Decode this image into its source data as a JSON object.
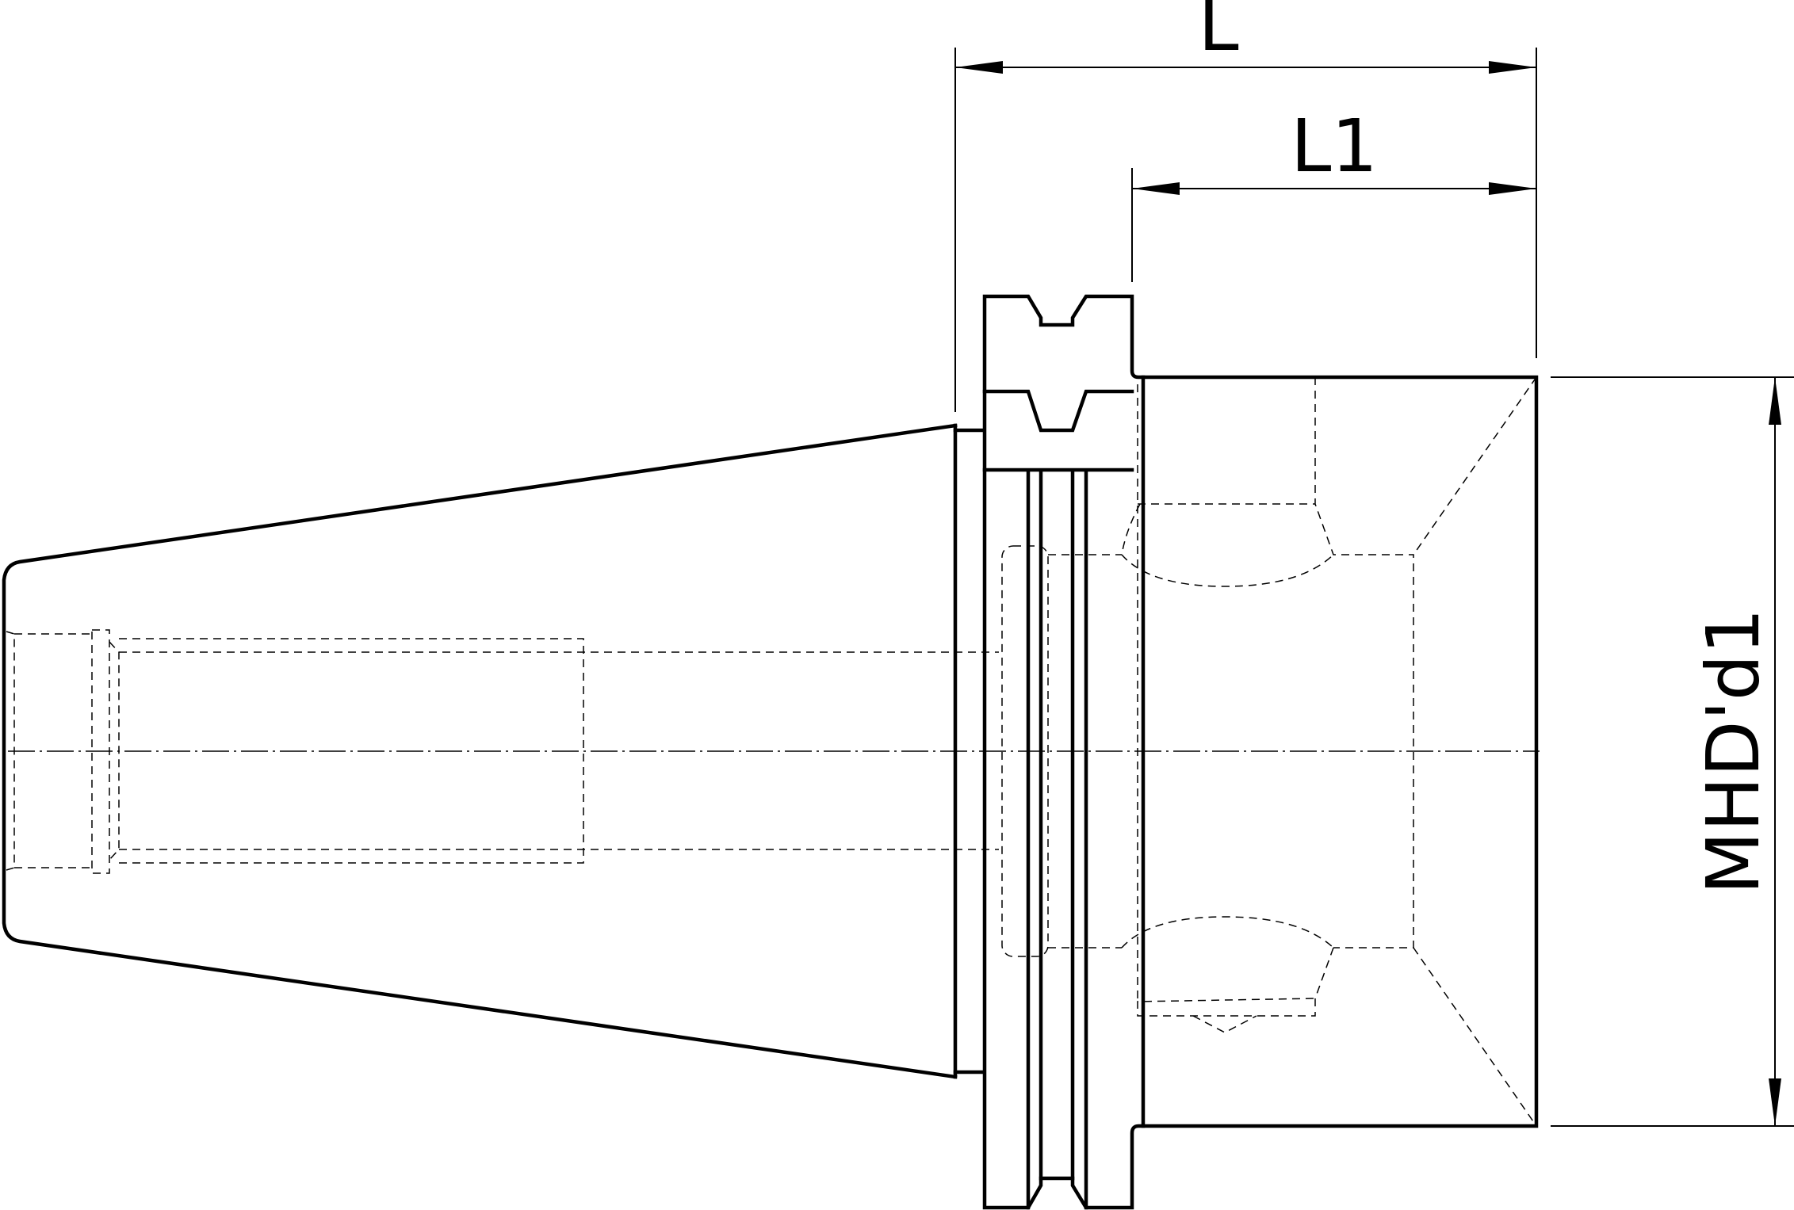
{
  "drawing": {
    "dimensions": {
      "overall_length": "L",
      "body_length": "L1",
      "outer_diameter": "MHD'd1"
    }
  }
}
